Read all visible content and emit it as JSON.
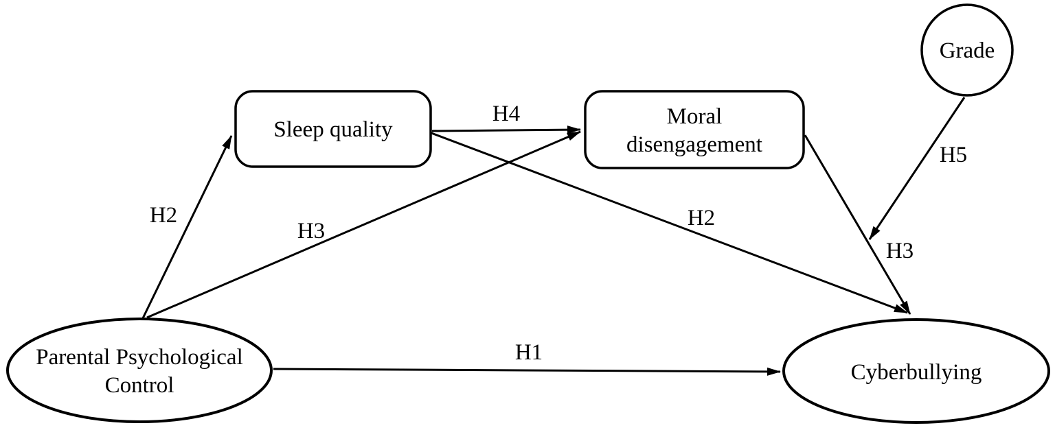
{
  "figure": {
    "type": "path-diagram",
    "colors": {
      "background": "#ffffff",
      "stroke": "#000000",
      "text": "#000000"
    },
    "nodes": {
      "ppc": {
        "shape": "ellipse",
        "line1": "Parental Psychological",
        "line2": "Control"
      },
      "sleep": {
        "shape": "rounded-rect",
        "line1": "Sleep quality"
      },
      "moral": {
        "shape": "rounded-rect",
        "line1": "Moral",
        "line2": "disengagement"
      },
      "grade": {
        "shape": "circle",
        "line1": "Grade"
      },
      "cyber": {
        "shape": "ellipse",
        "line1": "Cyberbullying"
      }
    },
    "edges": [
      {
        "label": "H1",
        "from": "ppc",
        "to": "cyber"
      },
      {
        "label": "H2",
        "from": "ppc",
        "to": "sleep"
      },
      {
        "label": "H2",
        "from": "sleep",
        "to": "cyber"
      },
      {
        "label": "H3",
        "from": "ppc",
        "to": "moral"
      },
      {
        "label": "H3",
        "from": "moral",
        "to": "cyber"
      },
      {
        "label": "H4",
        "from": "sleep",
        "to": "moral"
      },
      {
        "label": "H5",
        "from": "grade",
        "to": "edge-moral-to-cyber"
      }
    ]
  }
}
